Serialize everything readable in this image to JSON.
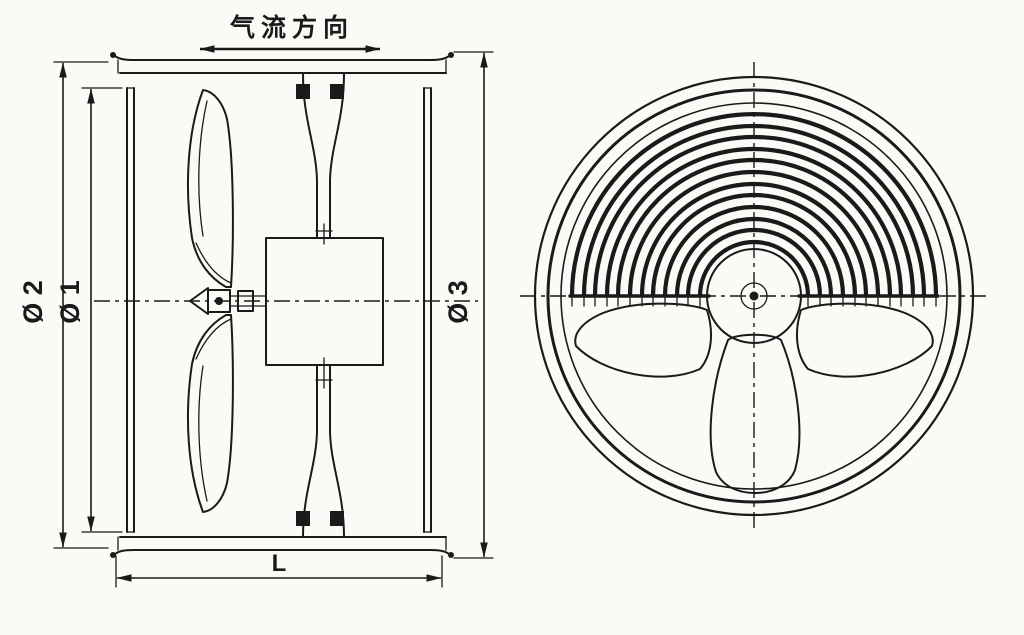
{
  "diagram": {
    "labels": {
      "airflow_direction": "气流方向",
      "dia1": "Ø 1",
      "dia2": "Ø 2",
      "dia3": "Ø 3",
      "length": "L"
    },
    "colors": {
      "line": "#1a1a1a",
      "background": "#fbfaf7"
    }
  }
}
